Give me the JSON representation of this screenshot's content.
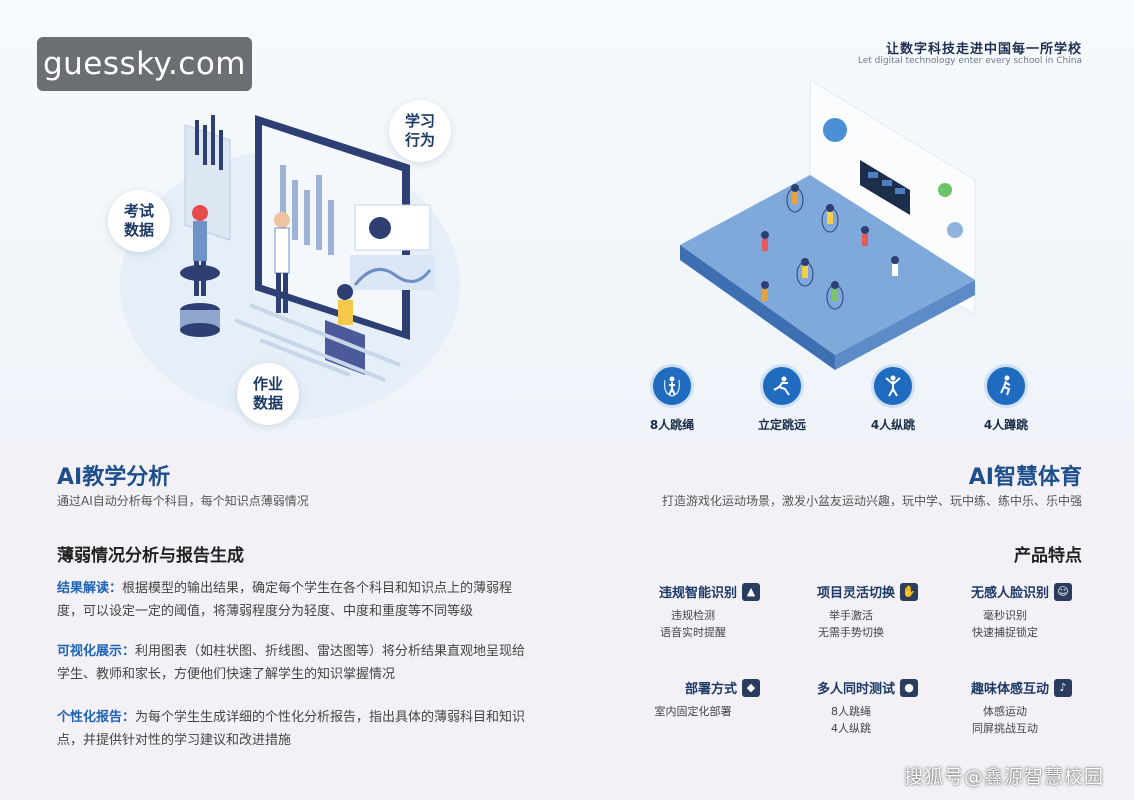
{
  "watermark": "guessky.com",
  "slogan": {
    "cn": "让数字科技走进中国每一所学校",
    "en": "Let digital technology enter every school in China"
  },
  "left_bubbles": [
    {
      "text": "学习\n行为",
      "icon": "bubble"
    },
    {
      "text": "考试\n数据",
      "icon": "bubble"
    },
    {
      "text": "作业\n数据",
      "icon": "bubble"
    }
  ],
  "sports": [
    {
      "label": "8人跳绳",
      "icon": "jump-rope-icon"
    },
    {
      "label": "立定跳远",
      "icon": "long-jump-icon"
    },
    {
      "label": "4人纵跳",
      "icon": "vertical-jump-icon"
    },
    {
      "label": "4人蹲跳",
      "icon": "squat-jump-icon"
    }
  ],
  "ai_teaching": {
    "title": "AI教学分析",
    "subtitle": "通过AI自动分析每个科目，每个知识点薄弱情况",
    "subhead": "薄弱情况分析与报告生成",
    "items": [
      {
        "key": "结果解读：",
        "text": "根据模型的输出结果，确定每个学生在各个科目和知识点上的薄弱程度，可以设定一定的阈值，将薄弱程度分为轻度、中度和重度等不同等级"
      },
      {
        "key": "可视化展示：",
        "text": "利用图表（如柱状图、折线图、雷达图等）将分析结果直观地呈现给学生、教师和家长，方便他们快速了解学生的知识掌握情况"
      },
      {
        "key": "个性化报告：",
        "text": "为每个学生生成详细的个性化分析报告，指出具体的薄弱科目和知识点，并提供针对性的学习建议和改进措施"
      }
    ]
  },
  "ai_pe": {
    "title": "AI智慧体育",
    "subtitle": "打造游戏化运动场景，激发小盆友运动兴趣，玩中学、玩中练、练中乐、乐中强",
    "subhead": "产品特点",
    "features": [
      {
        "title": "违规智能识别",
        "desc1": "违规检测",
        "desc2": "语音实时提醒",
        "icon": "alert-icon"
      },
      {
        "title": "项目灵活切换",
        "desc1": "举手激活",
        "desc2": "无需手势切换",
        "icon": "raise-hand-icon"
      },
      {
        "title": "无感人脸识别",
        "desc1": "毫秒识别",
        "desc2": "快速捕捉锁定",
        "icon": "face-scan-icon"
      },
      {
        "title": "部署方式",
        "desc1": "室内固定化部署",
        "desc2": "",
        "icon": "box-icon"
      },
      {
        "title": "多人同时测试",
        "desc1": "8人跳绳",
        "desc2": "4人纵跳",
        "icon": "group-icon"
      },
      {
        "title": "趣味体感互动",
        "desc1": "体感运动",
        "desc2": "同屏挑战互动",
        "icon": "motion-icon"
      }
    ]
  },
  "footer_watermark": "搜狐号@鑫源智慧校园",
  "colors": {
    "accent": "#1d4f8c",
    "icon_blue": "#1f6bc0",
    "key_blue": "#1f63b5"
  }
}
